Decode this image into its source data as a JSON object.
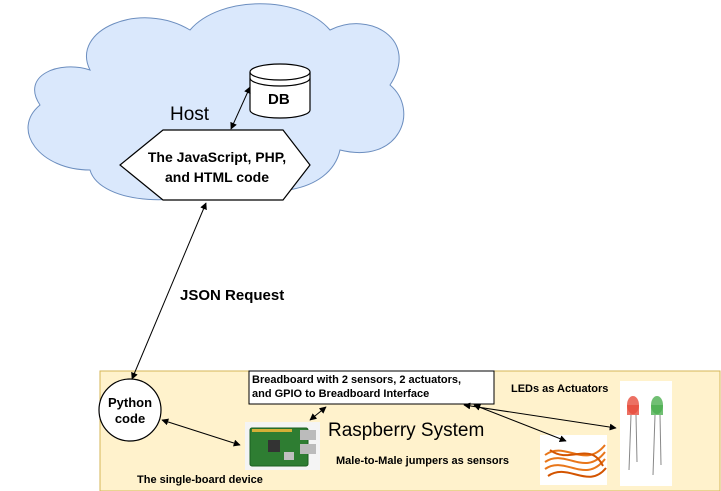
{
  "host": {
    "label": "Host"
  },
  "db": {
    "label": "DB"
  },
  "web_code": {
    "line1": "The JavaScript, PHP,",
    "line2": "and HTML code"
  },
  "json_request": {
    "label": "JSON Request"
  },
  "python": {
    "line1": "Python",
    "line2": "code"
  },
  "breadboard": {
    "line1": "Breadboard with 2 sensors, 2 actuators,",
    "line2": "and GPIO to Breadboard Interface"
  },
  "leds": {
    "label": "LEDs as Actuators"
  },
  "raspberry_system": {
    "label": "Raspberry System"
  },
  "jumpers": {
    "label": "Male-to-Male jumpers as sensors"
  },
  "sbc": {
    "label": "The single-board device"
  },
  "colors": {
    "cloud_fill": "#dae8fc",
    "cloud_stroke": "#6c8ebf",
    "system_fill": "#fff2cc",
    "system_stroke": "#d6b656",
    "board_green": "#2e7d32",
    "led_red": "#e74c3c",
    "led_green": "#4caf50",
    "jumper_orange": "#e8761a"
  }
}
